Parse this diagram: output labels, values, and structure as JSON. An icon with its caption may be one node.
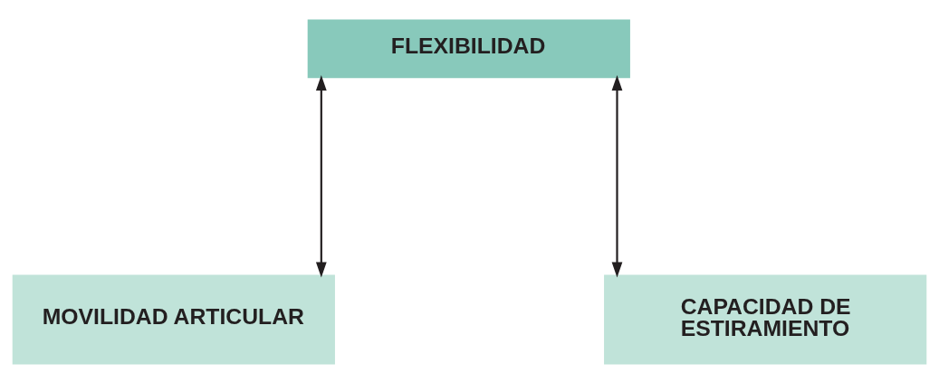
{
  "diagram": {
    "nodes": [
      {
        "text": [
          "FLEXIBILIDAD"
        ]
      },
      {
        "text": [
          "MOVILIDAD ARTICULAR"
        ]
      },
      {
        "text": [
          "CAPACIDAD DE ESTIRAMIENTO"
        ]
      }
    ],
    "edges": [
      {
        "from": 0,
        "to": 1,
        "arrow": "both"
      },
      {
        "from": 0,
        "to": 2,
        "arrow": "both"
      }
    ]
  }
}
